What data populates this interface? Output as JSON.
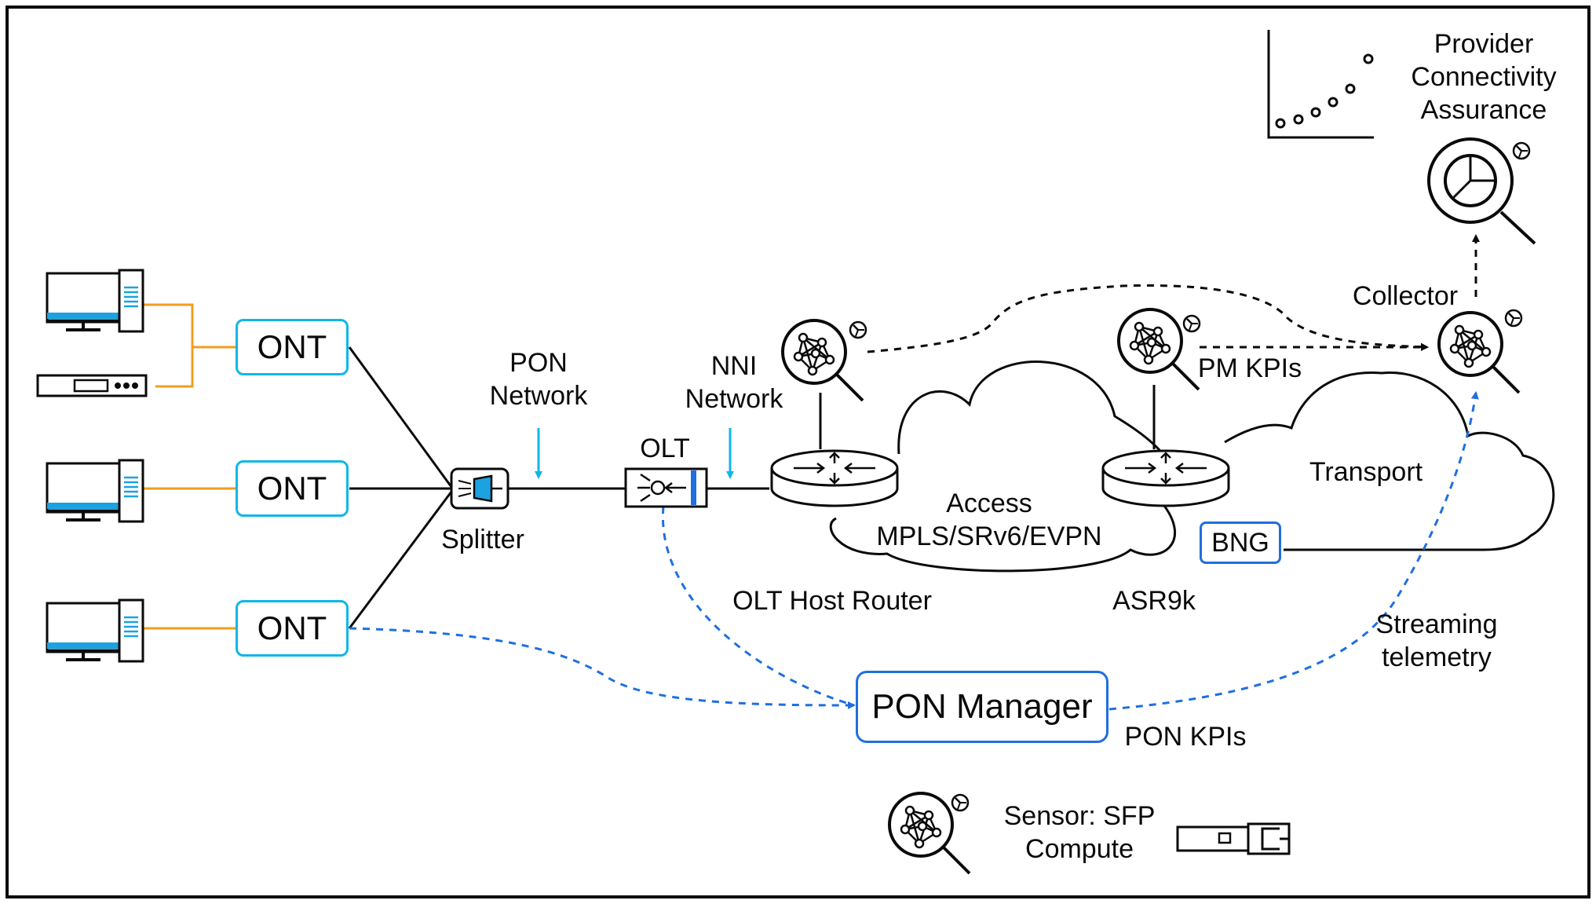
{
  "labels": {
    "provider_line1": "Provider",
    "provider_line2": "Connectivity",
    "provider_line3": "Assurance",
    "collector": "Collector",
    "pm_kpis": "PM KPIs",
    "pon_network_line1": "PON",
    "pon_network_line2": "Network",
    "nni_network_line1": "NNI",
    "nni_network_line2": "Network",
    "olt": "OLT",
    "splitter": "Splitter",
    "transport": "Transport",
    "access_line1": "Access",
    "access_line2": "MPLS/SRv6/EVPN",
    "olt_host_router": "OLT Host Router",
    "asr9k": "ASR9k",
    "streaming_line1": "Streaming",
    "streaming_line2": "telemetry",
    "pon_kpis": "PON KPIs",
    "sensor_line1": "Sensor: SFP",
    "sensor_line2": "Compute"
  },
  "boxes": {
    "ont_1": "ONT",
    "ont_2": "ONT",
    "ont_3": "ONT",
    "bng": "BNG",
    "pon_manager": "PON Manager"
  },
  "colors": {
    "line": "#0a0a0a",
    "cyan": "#0fb7e8",
    "blue": "#1f6fe0",
    "orange": "#f39c1f",
    "screen_blue": "#1ba2e0"
  },
  "icons": [
    "desktop-computer-icon",
    "set-top-box-icon",
    "splitter-icon",
    "olt-icon",
    "router-icon",
    "sensor-magnifier-icon",
    "gauge-icon",
    "scatter-plot-icon",
    "dashboard-magnifier-icon",
    "sfp-module-icon"
  ]
}
